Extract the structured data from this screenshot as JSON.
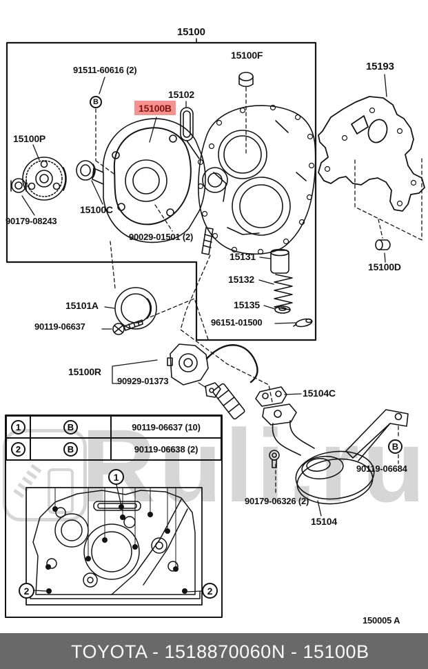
{
  "title": {
    "code": "15100"
  },
  "page_code": "150005 A",
  "watermark": {
    "text": "Ruli.ru",
    "color": "#d6d6d6"
  },
  "highlight": {
    "bg": "#f5928f",
    "fg": "#7e130c",
    "part": "15100B"
  },
  "footer_bar": {
    "left": "TOYOTA - 1518870060",
    "right": "N - 15100B",
    "bg": "#696969"
  },
  "markers": {
    "b": "B",
    "one": "1",
    "two": "2"
  },
  "parts": {
    "p15100": "15100",
    "p91511": "91511-60616 (2)",
    "p15102": "15102",
    "p15100b": "15100B",
    "p15100f": "15100F",
    "p15193": "15193",
    "p15100p": "15100P",
    "p90179_08243": "90179-08243",
    "p15100c": "15100C",
    "p90029_01501": "90029-01501 (2)",
    "p15131": "15131",
    "p15132": "15132",
    "p15135": "15135",
    "p96151_01500": "96151-01500",
    "p15100d": "15100D",
    "p15101a": "15101A",
    "p90119_06637": "90119-06637",
    "p15100r": "15100R",
    "p90929_01373": "90929-01373",
    "p15104c": "15104C",
    "p90119_06684": "90119-06684",
    "p90179_06326": "90179-06326 (2)",
    "p15104": "15104"
  },
  "table": {
    "rows": [
      {
        "num": "1",
        "sym": "B",
        "part": "90119-06637 (10)"
      },
      {
        "num": "2",
        "sym": "B",
        "part": "90119-06638 (2)"
      }
    ]
  }
}
